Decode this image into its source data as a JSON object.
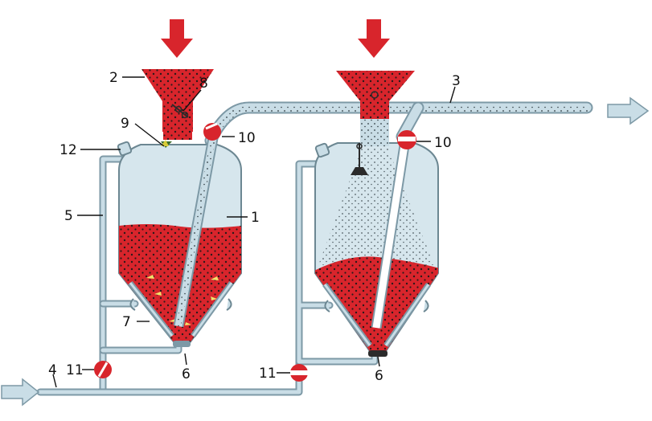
{
  "colors": {
    "material": "#d8252c",
    "pipe": "#c9dde6",
    "pipe_stroke": "#7d99a6",
    "vessel_empty": "#d6e6ed",
    "arrow_in": "#d8252c",
    "arrow_air": "#c9dde6",
    "leader": "#111111"
  },
  "labels": {
    "l1": "1",
    "l2": "2",
    "l3": "3",
    "l4": "4",
    "l5": "5",
    "l6a": "6",
    "l6b": "6",
    "l7": "7",
    "l8": "8",
    "l9": "9",
    "l10a": "10",
    "l10b": "10",
    "l11a": "11",
    "l11b": "11",
    "l12": "12"
  }
}
